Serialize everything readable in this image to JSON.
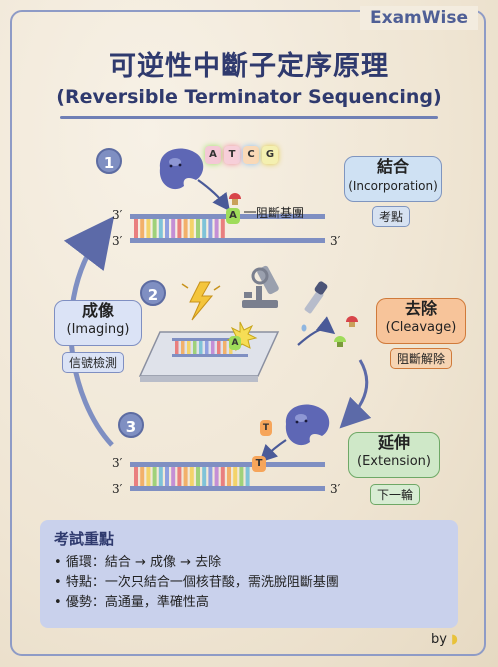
{
  "brand": "ExamWise",
  "title_zh": "可逆性中斷子定序原理",
  "title_en": "(Reversible Terminator Sequencing)",
  "steps": [
    "1",
    "2",
    "3"
  ],
  "nucleotides": [
    "A",
    "T",
    "C",
    "G"
  ],
  "incorporated_base": "A",
  "terminator_base": "T",
  "strand_end_label": "3′",
  "blocker_label": "阻斷基團",
  "callouts": {
    "incorporation": {
      "zh": "結合",
      "en": "(Incorporation)",
      "tag": "考點"
    },
    "imaging": {
      "zh": "成像",
      "en": "(Imaging)",
      "tag": "信號檢測"
    },
    "cleavage": {
      "zh": "去除",
      "en": "(Cleavage)",
      "tag": "阻斷解除"
    },
    "extension": {
      "zh": "延伸",
      "en": "(Extension)",
      "tag": "下一輪"
    }
  },
  "summary": {
    "heading": "考試重點",
    "items": [
      "循環：結合 → 成像 → 去除",
      "特點：一次只結合一個核苷酸，需洗脫阻斷基團",
      "優勢：高通量，準確性高"
    ]
  },
  "byline": "by",
  "colors": {
    "accent": "#2f3a6e",
    "incorporation": "#cfe1f3",
    "imaging": "#dbe3f6",
    "cleavage": "#f7c49a",
    "extension": "#cfe8c8",
    "summary": "#c9d1ec"
  }
}
